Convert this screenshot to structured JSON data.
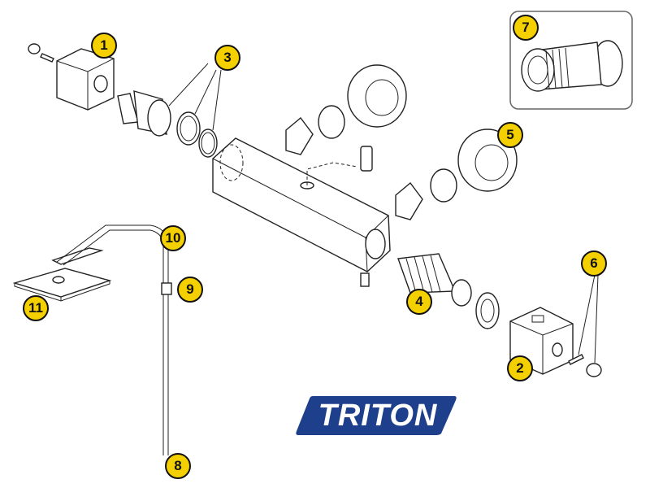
{
  "diagram": {
    "brand": "TRITON",
    "brand_color": "#1e3f8c",
    "callout_color": "#f5d000",
    "callouts": [
      "1",
      "2",
      "3",
      "4",
      "5",
      "6",
      "7",
      "8",
      "9",
      "10",
      "11"
    ]
  }
}
